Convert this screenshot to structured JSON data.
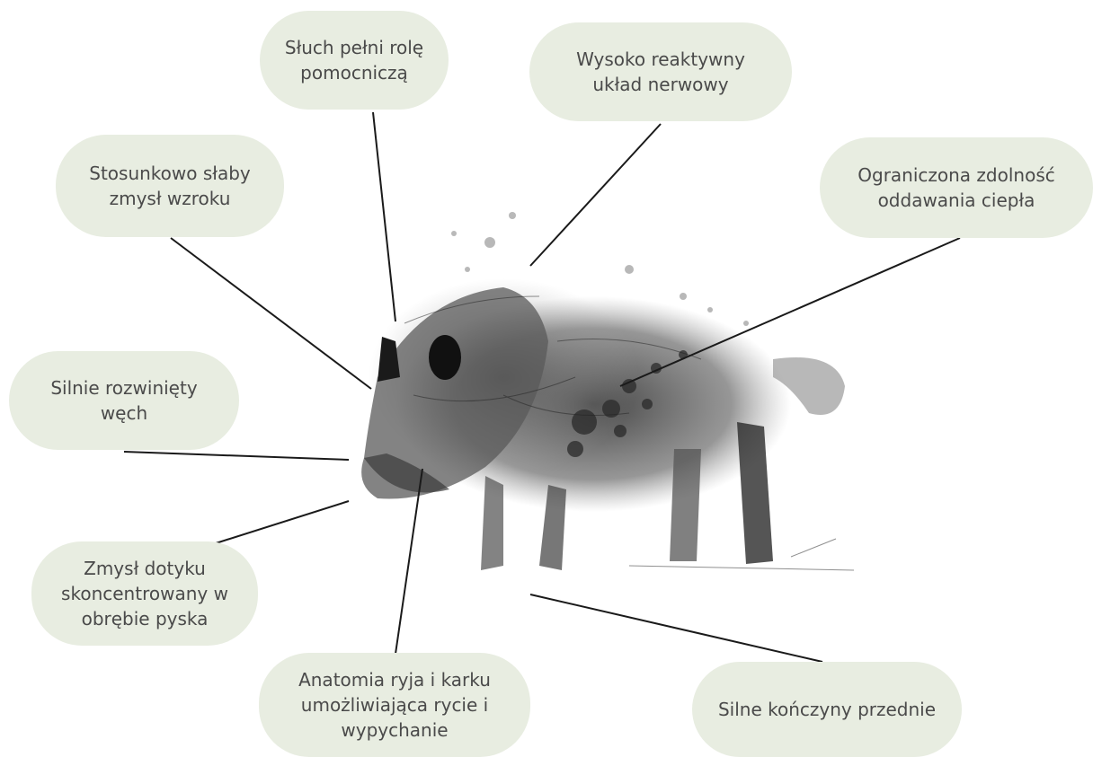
{
  "labels": {
    "hearing": "Słuch pełni rolę\npomocniczą",
    "nervous": "Wysoko reaktywny\nukład nerwowy",
    "sight": "Stosunkowo słaby\nzmysł wzroku",
    "heat": "Ograniczona zdolność\noddawania ciepła",
    "smell": "Silnie rozwinięty\nwęch",
    "touch": "Zmysł dotyku\nskoncentrowany w\nobrębie pyska",
    "snout": "Anatomia ryja i karku\numożliwiająca rycie i\nwypychanie",
    "legs": "Silne kończyny przednie"
  },
  "colors": {
    "bubble": "#e8ede1",
    "text": "#4a4a4a",
    "line": "#1a1a1a"
  },
  "illustration": "wild-boar-sketch"
}
